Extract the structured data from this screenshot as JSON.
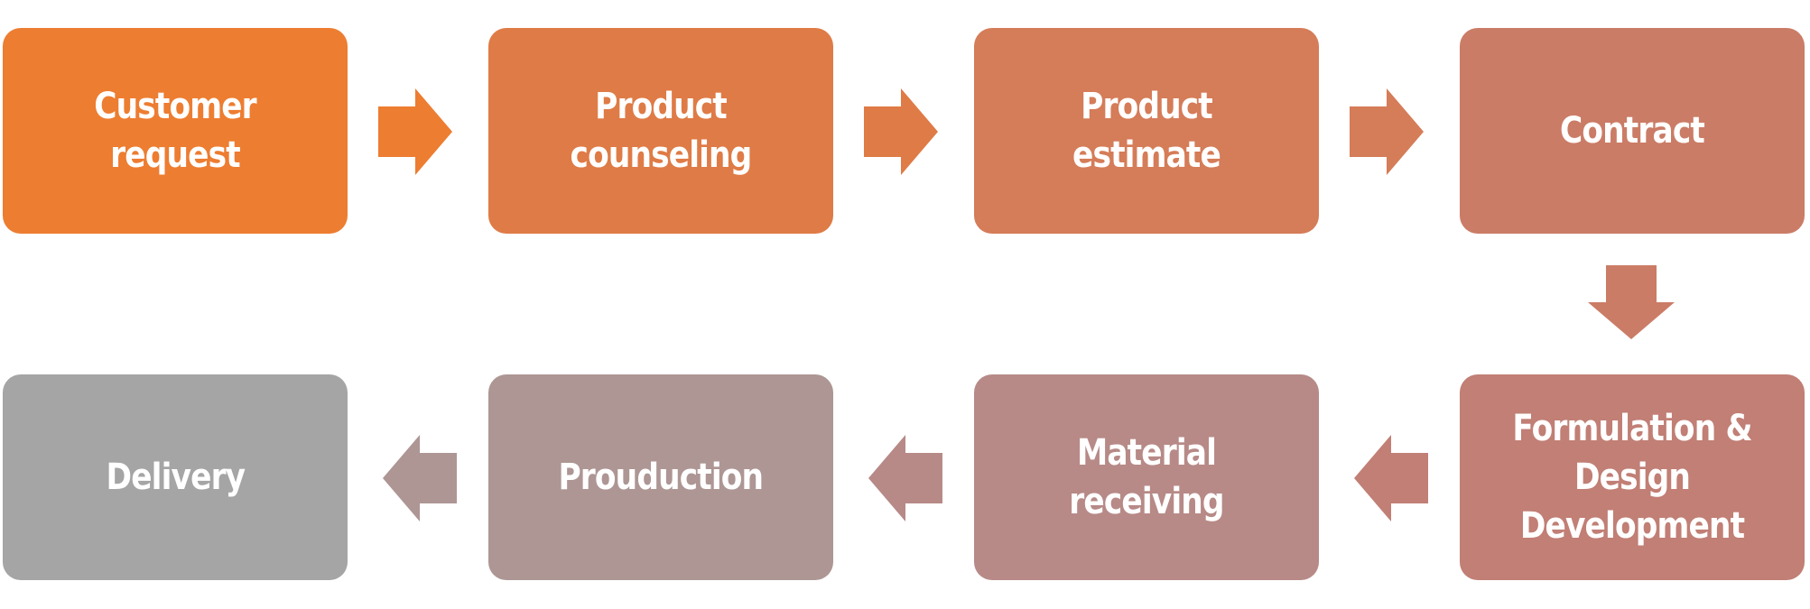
{
  "steps": [
    {
      "id": "s1",
      "label": "Customer request",
      "color": "#ED7D31"
    },
    {
      "id": "s2",
      "label": "Product counseling",
      "color": "#DF7B46"
    },
    {
      "id": "s3",
      "label": "Product estimate",
      "color": "#D57C58"
    },
    {
      "id": "s4",
      "label": "Contract",
      "color": "#CB7C66"
    },
    {
      "id": "s5",
      "label": "Formulation &\nDesign Development",
      "color": "#C17F75"
    },
    {
      "id": "s6",
      "label": "Material receiving",
      "color": "#B78A87"
    },
    {
      "id": "s7",
      "label": "Prouduction",
      "color": "#AD9694"
    },
    {
      "id": "s8",
      "label": "Delivery",
      "color": "#A5A5A5"
    }
  ],
  "arrows": [
    {
      "id": "a1",
      "from": "s1",
      "to": "s2",
      "direction": "right",
      "color": "#ED7D31"
    },
    {
      "id": "a2",
      "from": "s2",
      "to": "s3",
      "direction": "right",
      "color": "#DF7B46"
    },
    {
      "id": "a3",
      "from": "s3",
      "to": "s4",
      "direction": "right",
      "color": "#D57C58"
    },
    {
      "id": "a4",
      "from": "s4",
      "to": "s5",
      "direction": "down",
      "color": "#CB7C66"
    },
    {
      "id": "a5",
      "from": "s5",
      "to": "s6",
      "direction": "left",
      "color": "#C17F75"
    },
    {
      "id": "a6",
      "from": "s6",
      "to": "s7",
      "direction": "left",
      "color": "#B78A87"
    },
    {
      "id": "a7",
      "from": "s7",
      "to": "s8",
      "direction": "left",
      "color": "#AD9694"
    }
  ]
}
